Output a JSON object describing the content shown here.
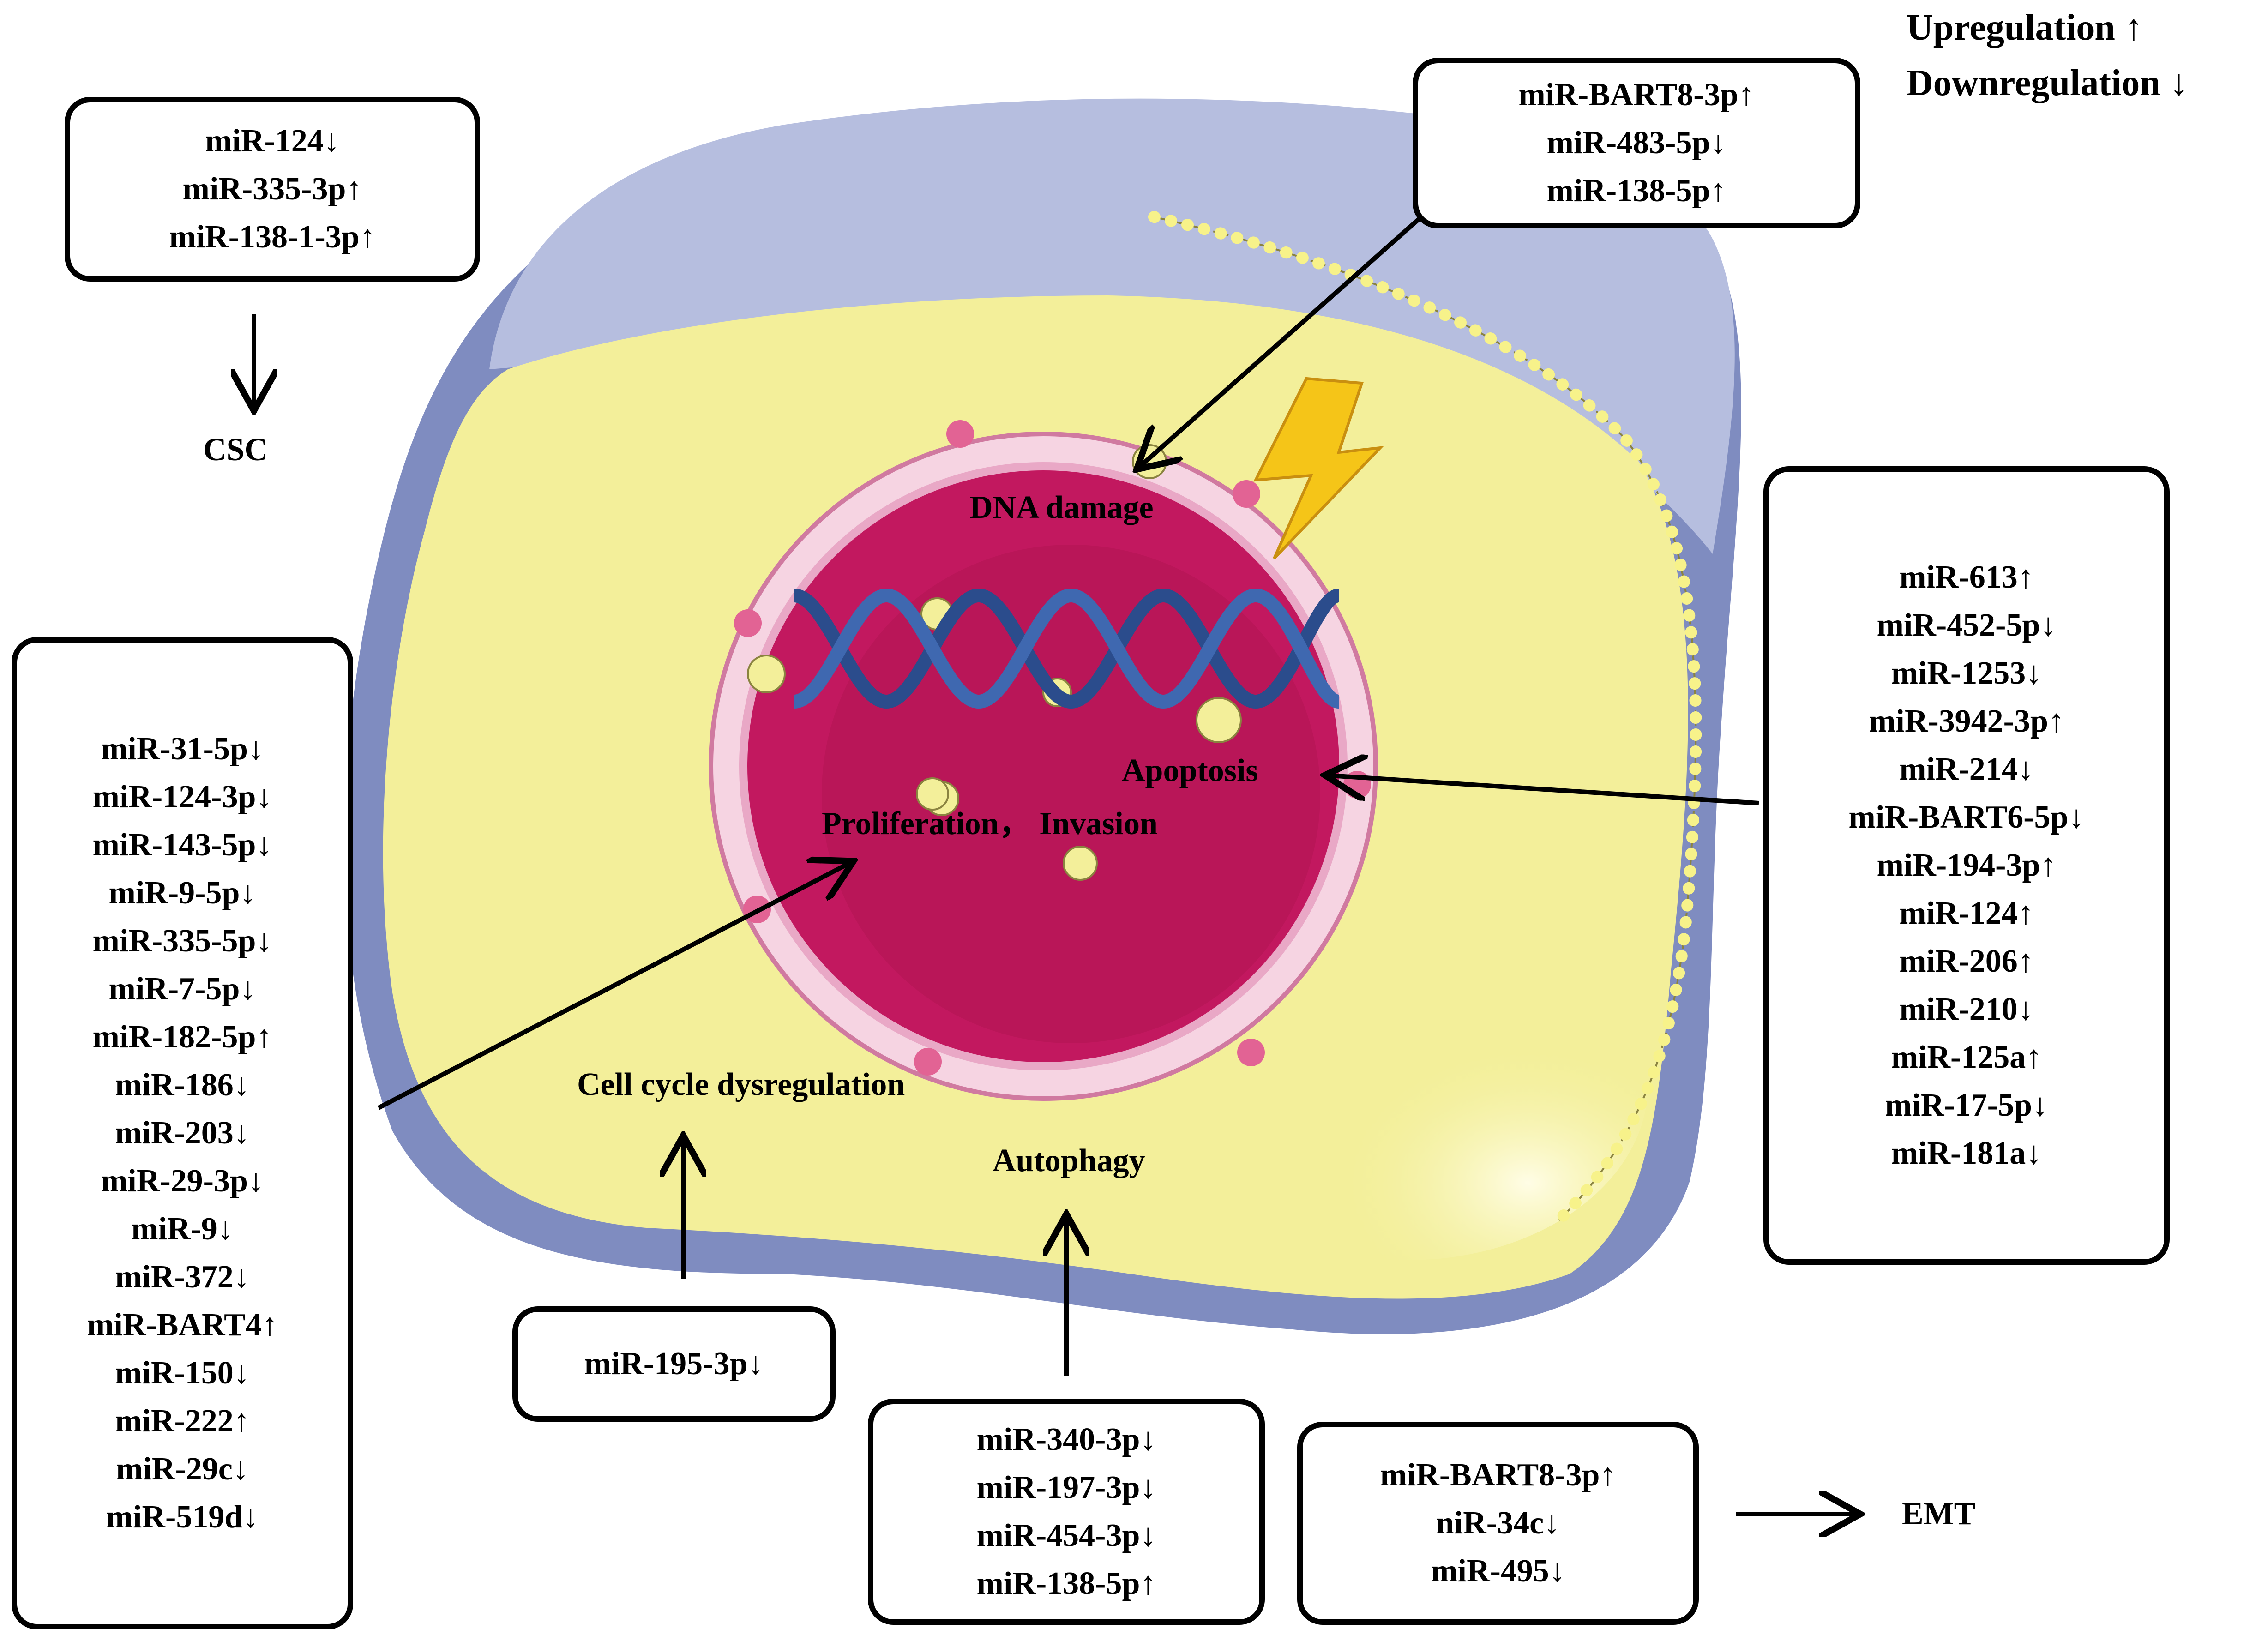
{
  "legend": {
    "up": "Upregulation ↑",
    "down": "Downregulation ↓"
  },
  "labels": {
    "csc": "CSC",
    "dna_damage": "DNA damage",
    "apoptosis": "Apoptosis",
    "proliferation": "Proliferation， Invasion",
    "cell_cycle": "Cell cycle dysregulation",
    "autophagy": "Autophagy",
    "emt": "EMT"
  },
  "boxes": {
    "csc": [
      "miR-124↓",
      "miR-335-3p↑",
      "miR-138-1-3p↑"
    ],
    "dna_damage": [
      "miR-BART8-3p↑",
      "miR-483-5p↓",
      "miR-138-5p↑"
    ],
    "apoptosis": [
      "miR-613↑",
      "miR-452-5p↓",
      "miR-1253↓",
      "miR-3942-3p↑",
      "miR-214↓",
      "miR-BART6-5p↓",
      "miR-194-3p↑",
      "miR-124↑",
      "miR-206↑",
      "miR-210↓",
      "miR-125a↑",
      "miR-17-5p↓",
      "miR-181a↓"
    ],
    "proliferation": [
      "miR-31-5p↓",
      "miR-124-3p↓",
      "miR-143-5p↓",
      "miR-9-5p↓",
      "miR-335-5p↓",
      "miR-7-5p↓",
      "miR-182-5p↑",
      "miR-186↓",
      "miR-203↓",
      "miR-29-3p↓",
      "miR-9↓",
      "miR-372↓",
      "miR-BART4↑",
      "miR-150↓",
      "miR-222↑",
      "miR-29c↓",
      "miR-519d↓"
    ],
    "cell_cycle": [
      "miR-195-3p↓"
    ],
    "autophagy": [
      "miR-340-3p↓",
      "miR-197-3p↓",
      "miR-454-3p↓",
      "miR-138-5p↑"
    ],
    "emt": [
      "miR-BART8-3p↑",
      "niR-34c↓",
      "miR-495↓"
    ]
  },
  "colors": {
    "membrane": "#7f8cc0",
    "cytoplasm": "#f3ef9a",
    "nucleus": "#c2185f",
    "nuclear_envelope": "#f6d4e2",
    "dna": "#2b4c8c",
    "lightning": "#f5c518"
  }
}
